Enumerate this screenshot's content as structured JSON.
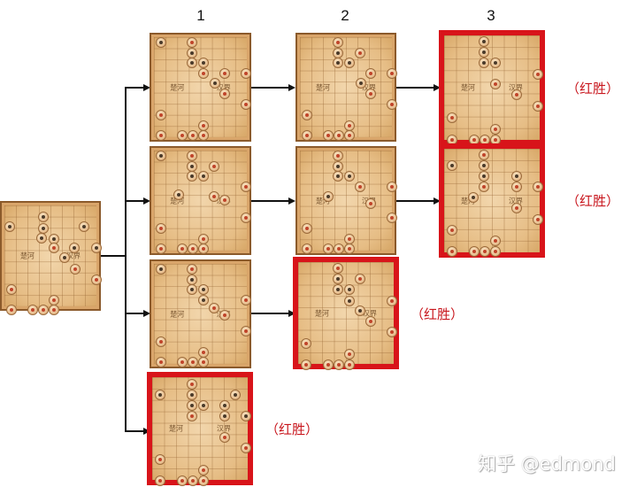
{
  "columns": [
    {
      "label": "1"
    },
    {
      "label": "2"
    },
    {
      "label": "3"
    }
  ],
  "river_text": {
    "left": "楚河",
    "right": "汉界"
  },
  "boards": {
    "root": {
      "id": "root",
      "winner": false
    },
    "col1": [
      {
        "id": "1a",
        "winner": false
      },
      {
        "id": "1b",
        "winner": false
      },
      {
        "id": "1c",
        "winner": false
      },
      {
        "id": "1d",
        "winner": true,
        "result": "（红胜）"
      }
    ],
    "col2": [
      {
        "id": "2a",
        "winner": false
      },
      {
        "id": "2b",
        "winner": false
      },
      {
        "id": "2c",
        "winner": true,
        "result": "（红胜）"
      }
    ],
    "col3": [
      {
        "id": "3a",
        "winner": true,
        "result": "（红胜）"
      },
      {
        "id": "3b",
        "winner": true,
        "result": "（红胜）"
      }
    ]
  },
  "results": {
    "r3a": "（红胜）",
    "r3b": "（红胜）",
    "r2c": "（红胜）",
    "r1d": "（红胜）"
  },
  "colors": {
    "win_border": "#d8141a",
    "result_text": "#c8161d",
    "board": "#e6bd85"
  },
  "watermark": "知乎 @edmond"
}
